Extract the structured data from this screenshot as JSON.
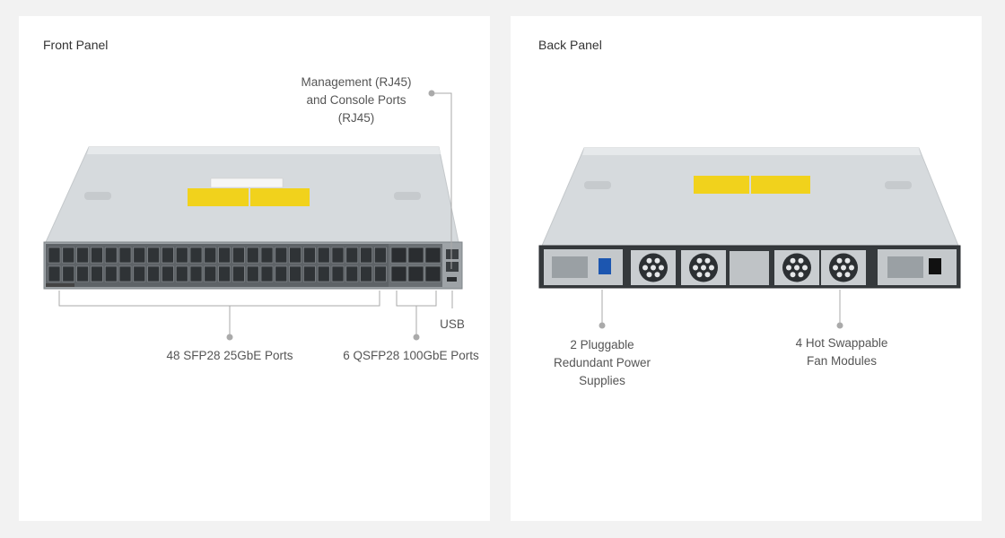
{
  "front": {
    "title": "Front Panel",
    "callouts": {
      "mgmt": "Management (RJ45)\nand Console Ports\n(RJ45)",
      "usb": "USB",
      "sfp": "48 SFP28 25GbE Ports",
      "qsfp": "6 QSFP28 100GbE Ports"
    }
  },
  "back": {
    "title": "Back Panel",
    "callouts": {
      "psu": "2 Pluggable\nRedundant Power\nSupplies",
      "fan": "4 Hot Swappable\nFan Modules"
    }
  },
  "colors": {
    "chassis": "#d4d8dc",
    "label": "#f1d21c",
    "callout": "#aaaaaa"
  }
}
